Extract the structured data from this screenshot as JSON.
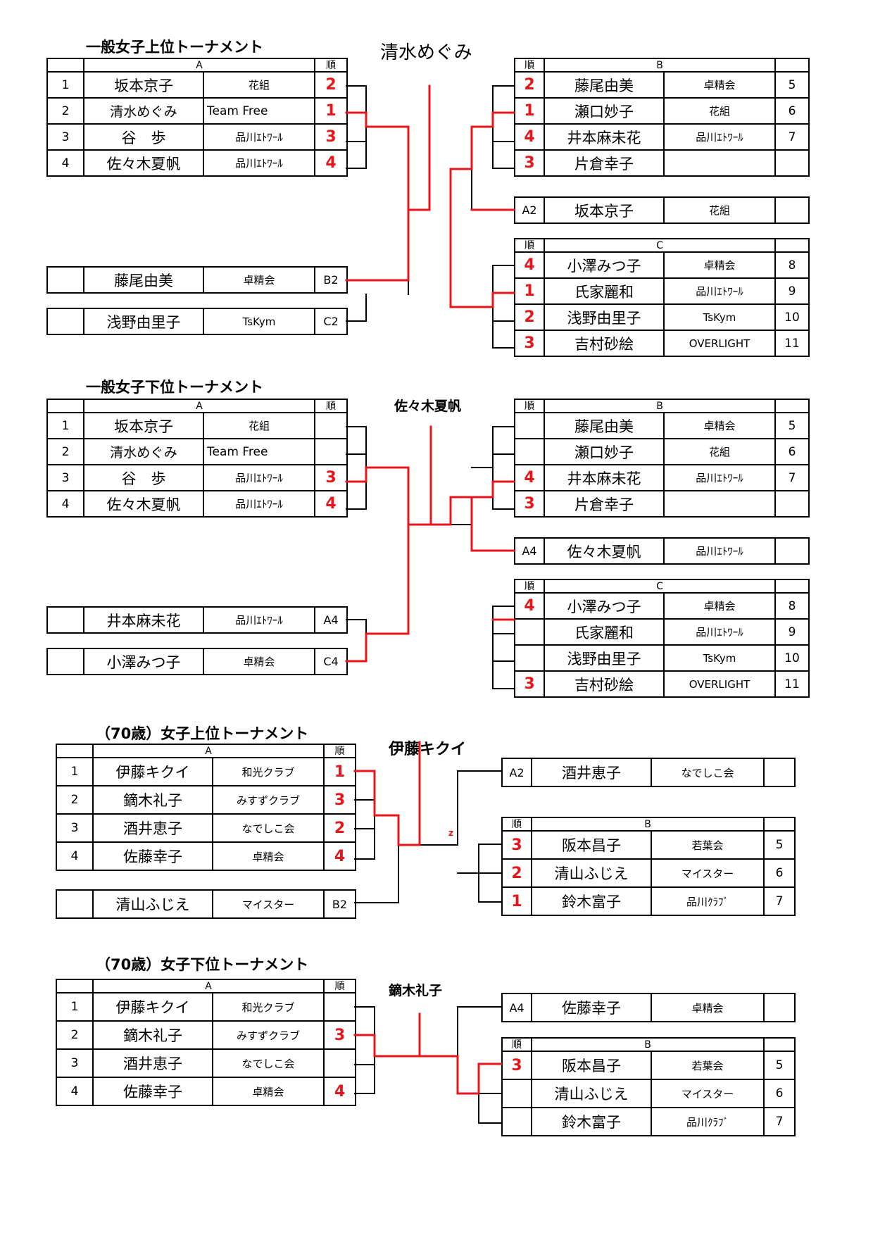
{
  "colors": {
    "accent": "#e8161b",
    "line": "#000000"
  },
  "sections": [
    {
      "title": "一般女子上位トーナメント",
      "winner": "清水めぐみ",
      "group_a": {
        "header": "A",
        "rank_header": "順",
        "rows": [
          {
            "no": "1",
            "name": "坂本京子",
            "club": "花組",
            "rank": "2"
          },
          {
            "no": "2",
            "name": "清水めぐみ",
            "club": "Team Free",
            "rank": "1"
          },
          {
            "no": "3",
            "name": "谷　歩",
            "club": "品川ｴﾄﾜｰﾙ",
            "rank": "3"
          },
          {
            "no": "4",
            "name": "佐々木夏帆",
            "club": "品川ｴﾄﾜｰﾙ",
            "rank": "4"
          }
        ]
      },
      "left_entries": [
        {
          "name": "藤尾由美",
          "club": "卓精会",
          "seed": "B2"
        },
        {
          "name": "浅野由里子",
          "club": "TsKym",
          "seed": "C2"
        }
      ],
      "group_b": {
        "header": "B",
        "rank_header": "順",
        "rows": [
          {
            "rank": "2",
            "name": "藤尾由美",
            "club": "卓精会",
            "no": "5"
          },
          {
            "rank": "1",
            "name": "瀬口妙子",
            "club": "花組",
            "no": "6"
          },
          {
            "rank": "4",
            "name": "井本麻未花",
            "club": "品川ｴﾄﾜｰﾙ",
            "no": "7"
          },
          {
            "rank": "3",
            "name": "片倉幸子",
            "club": "",
            "no": ""
          }
        ]
      },
      "seed_entry": {
        "seed": "A2",
        "name": "坂本京子",
        "club": "花組"
      },
      "group_c": {
        "header": "C",
        "rank_header": "順",
        "rows": [
          {
            "rank": "4",
            "name": "小澤みつ子",
            "club": "卓精会",
            "no": "8"
          },
          {
            "rank": "1",
            "name": "氏家麗和",
            "club": "品川ｴﾄﾜｰﾙ",
            "no": "9"
          },
          {
            "rank": "2",
            "name": "浅野由里子",
            "club": "TsKym",
            "no": "10"
          },
          {
            "rank": "3",
            "name": "吉村砂絵",
            "club": "OVERLIGHT",
            "no": "11"
          }
        ]
      }
    },
    {
      "title": "一般女子下位トーナメント",
      "winner": "佐々木夏帆",
      "group_a": {
        "header": "A",
        "rank_header": "順",
        "rows": [
          {
            "no": "1",
            "name": "坂本京子",
            "club": "花組",
            "rank": ""
          },
          {
            "no": "2",
            "name": "清水めぐみ",
            "club": "Team Free",
            "rank": ""
          },
          {
            "no": "3",
            "name": "谷　歩",
            "club": "品川ｴﾄﾜｰﾙ",
            "rank": "3"
          },
          {
            "no": "4",
            "name": "佐々木夏帆",
            "club": "品川ｴﾄﾜｰﾙ",
            "rank": "4"
          }
        ]
      },
      "left_entries": [
        {
          "name": "井本麻未花",
          "club": "品川ｴﾄﾜｰﾙ",
          "seed": "A4"
        },
        {
          "name": "小澤みつ子",
          "club": "卓精会",
          "seed": "C4"
        }
      ],
      "group_b": {
        "header": "B",
        "rank_header": "順",
        "rows": [
          {
            "rank": "",
            "name": "藤尾由美",
            "club": "卓精会",
            "no": "5"
          },
          {
            "rank": "",
            "name": "瀬口妙子",
            "club": "花組",
            "no": "6"
          },
          {
            "rank": "4",
            "name": "井本麻未花",
            "club": "品川ｴﾄﾜｰﾙ",
            "no": "7"
          },
          {
            "rank": "3",
            "name": "片倉幸子",
            "club": "",
            "no": ""
          }
        ]
      },
      "seed_entry": {
        "seed": "A4",
        "name": "佐々木夏帆",
        "club": "品川ｴﾄﾜｰﾙ"
      },
      "group_c": {
        "header": "C",
        "rank_header": "順",
        "rows": [
          {
            "rank": "4",
            "name": "小澤みつ子",
            "club": "卓精会",
            "no": "8"
          },
          {
            "rank": "",
            "name": "氏家麗和",
            "club": "品川ｴﾄﾜｰﾙ",
            "no": "9"
          },
          {
            "rank": "",
            "name": "浅野由里子",
            "club": "TsKym",
            "no": "10"
          },
          {
            "rank": "3",
            "name": "吉村砂絵",
            "club": "OVERLIGHT",
            "no": "11"
          }
        ]
      }
    },
    {
      "title": "（70歳）女子上位トーナメント",
      "winner": "伊藤キクイ",
      "group_a": {
        "header": "A",
        "rank_header": "順",
        "rows": [
          {
            "no": "1",
            "name": "伊藤キクイ",
            "club": "和光クラブ",
            "rank": "1"
          },
          {
            "no": "2",
            "name": "鏑木礼子",
            "club": "みすずクラブ",
            "rank": "3"
          },
          {
            "no": "3",
            "name": "酒井恵子",
            "club": "なでしこ会",
            "rank": "2"
          },
          {
            "no": "4",
            "name": "佐藤幸子",
            "club": "卓精会",
            "rank": "4"
          }
        ]
      },
      "left_entries": [
        {
          "name": "清山ふじえ",
          "club": "マイスター",
          "seed": "B2"
        }
      ],
      "seed_entry": {
        "seed": "A2",
        "name": "酒井恵子",
        "club": "なでしこ会"
      },
      "group_b": {
        "header": "B",
        "rank_header": "順",
        "rows": [
          {
            "rank": "3",
            "name": "阪本昌子",
            "club": "若葉会",
            "no": "5"
          },
          {
            "rank": "2",
            "name": "清山ふじえ",
            "club": "マイスター",
            "no": "6"
          },
          {
            "rank": "1",
            "name": "鈴木富子",
            "club": "品川ｸﾗﾌﾞ",
            "no": "7"
          }
        ]
      },
      "mark": "z"
    },
    {
      "title": "（70歳）女子下位トーナメント",
      "winner": "鏑木礼子",
      "group_a": {
        "header": "A",
        "rank_header": "順",
        "rows": [
          {
            "no": "1",
            "name": "伊藤キクイ",
            "club": "和光クラブ",
            "rank": ""
          },
          {
            "no": "2",
            "name": "鏑木礼子",
            "club": "みすずクラブ",
            "rank": "3"
          },
          {
            "no": "3",
            "name": "酒井恵子",
            "club": "なでしこ会",
            "rank": ""
          },
          {
            "no": "4",
            "name": "佐藤幸子",
            "club": "卓精会",
            "rank": "4"
          }
        ]
      },
      "seed_entry": {
        "seed": "A4",
        "name": "佐藤幸子",
        "club": "卓精会"
      },
      "group_b": {
        "header": "B",
        "rank_header": "順",
        "rows": [
          {
            "rank": "3",
            "name": "阪本昌子",
            "club": "若葉会",
            "no": "5"
          },
          {
            "rank": "",
            "name": "清山ふじえ",
            "club": "マイスター",
            "no": "6"
          },
          {
            "rank": "",
            "name": "鈴木富子",
            "club": "品川ｸﾗﾌﾞ",
            "no": "7"
          }
        ]
      }
    }
  ]
}
